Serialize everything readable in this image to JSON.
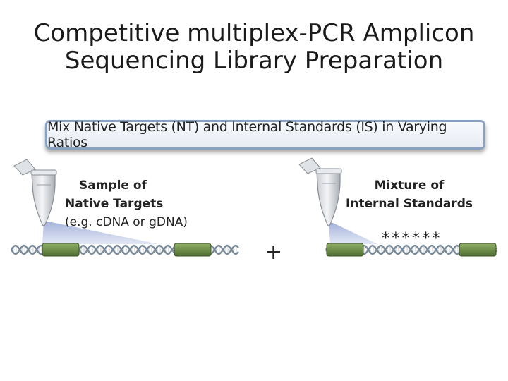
{
  "title": {
    "line1": "Competitive multiplex-PCR Amplicon",
    "line2": "Sequencing Library Preparation"
  },
  "banner": {
    "text": "Mix Native Targets (NT) and Internal Standards (IS) in Varying Ratios"
  },
  "left_sample": {
    "line1": "Sample of",
    "line2": "Native Targets",
    "line3": "(e.g. cDNA or gDNA)"
  },
  "right_sample": {
    "line1": "Mixture of",
    "line2": "Internal Standards"
  },
  "plus_sign": "+",
  "asterisks": "******",
  "colors": {
    "banner_border": "#8aa2c2",
    "target_block": "#6f8f4a",
    "cone": "#b8c4e4",
    "dna_strand": "#7a8a99"
  },
  "icons": [
    "pcr-tube-icon",
    "dna-strand-icon"
  ]
}
